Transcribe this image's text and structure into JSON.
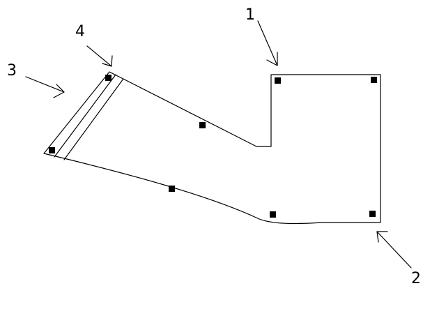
{
  "colors": {
    "background": "#ffffff",
    "stroke": "#000000",
    "handle": "#000000"
  },
  "callouts": {
    "c1": "1",
    "c2": "2",
    "c3": "3",
    "c4": "4"
  }
}
